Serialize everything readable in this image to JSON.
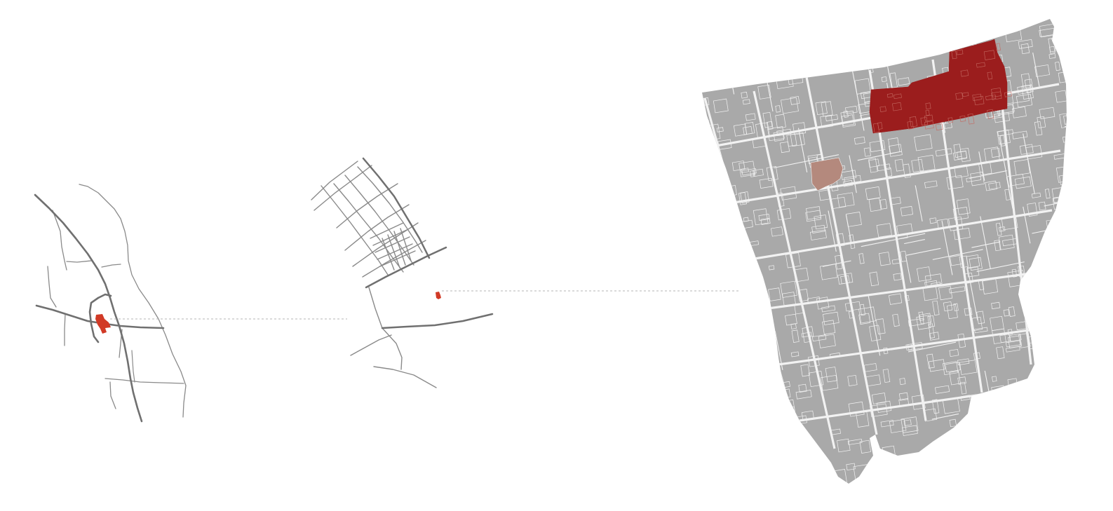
{
  "figure": {
    "panels": [
      {
        "key": "regional-road-network",
        "scale": "regional"
      },
      {
        "key": "district-street-grid",
        "scale": "district"
      },
      {
        "key": "urban-block-plan",
        "scale": "block"
      }
    ]
  },
  "colors": {
    "background": "#ffffff",
    "road": "#8a8a8a",
    "major_road": "#707070",
    "block_fill": "#a9a9a9",
    "block_line": "#f2f2f2",
    "highlight": "#d13a26",
    "focus_area": "#9b1d1d",
    "secondary_area": "#b4897d",
    "connector": "#b5b5b5"
  },
  "legend": []
}
